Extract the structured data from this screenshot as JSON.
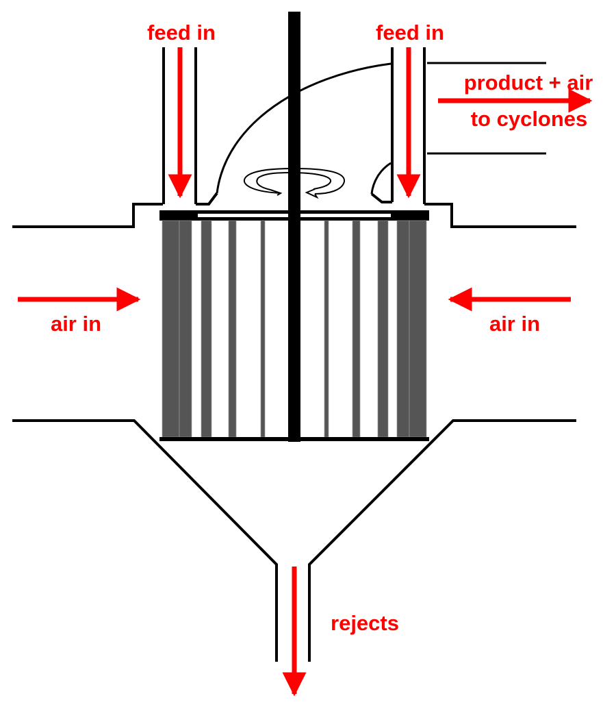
{
  "diagram": {
    "title": "Air classifier with rotating cage rotor",
    "colors": {
      "flow_arrow": "#ff0000",
      "structure": "#000000",
      "rotor_blade": "#555555",
      "background": "#ffffff"
    },
    "labels": {
      "feed_in_left": "feed in",
      "feed_in_right": "feed in",
      "product_line1": "product + air",
      "product_line2": "to cyclones",
      "air_in_left": "air in",
      "air_in_right": "air in",
      "rejects": "rejects"
    },
    "flows": [
      {
        "id": "feed-left",
        "label": "feed in",
        "direction": "down"
      },
      {
        "id": "feed-right",
        "label": "feed in",
        "direction": "down"
      },
      {
        "id": "product-out",
        "label": "product + air to cyclones",
        "direction": "right"
      },
      {
        "id": "air-left",
        "label": "air in",
        "direction": "right"
      },
      {
        "id": "air-right",
        "label": "air in",
        "direction": "left"
      },
      {
        "id": "rejects-out",
        "label": "rejects",
        "direction": "down"
      }
    ],
    "components": [
      "drive shaft",
      "rotor cage",
      "top plate",
      "feed pipes",
      "product outlet duct",
      "housing",
      "reject cone",
      "rotation indicator"
    ]
  }
}
